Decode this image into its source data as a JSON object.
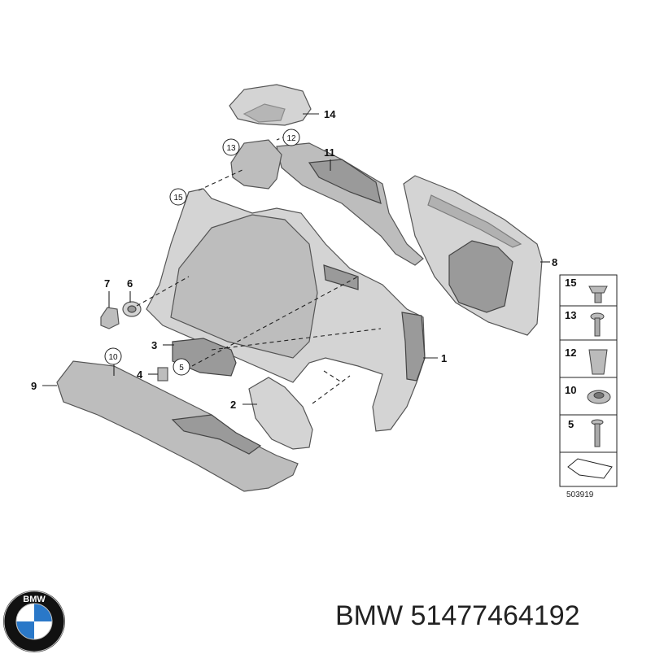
{
  "diagram": {
    "callouts": [
      "1",
      "2",
      "3",
      "4",
      "5",
      "6",
      "7",
      "8",
      "9",
      "10",
      "11",
      "12",
      "13",
      "14",
      "15"
    ],
    "circled_refs": [
      "13",
      "12",
      "15",
      "10",
      "5"
    ],
    "legend": {
      "items": [
        "15",
        "13",
        "12",
        "10",
        "5"
      ],
      "diagram_number": "503919"
    }
  },
  "caption": {
    "brand": "BMW",
    "part_number": "51477464192"
  },
  "logo": {
    "letters": "BMW",
    "colors": {
      "ring": "#111111",
      "blue": "#2a78c8",
      "white": "#ffffff"
    }
  }
}
